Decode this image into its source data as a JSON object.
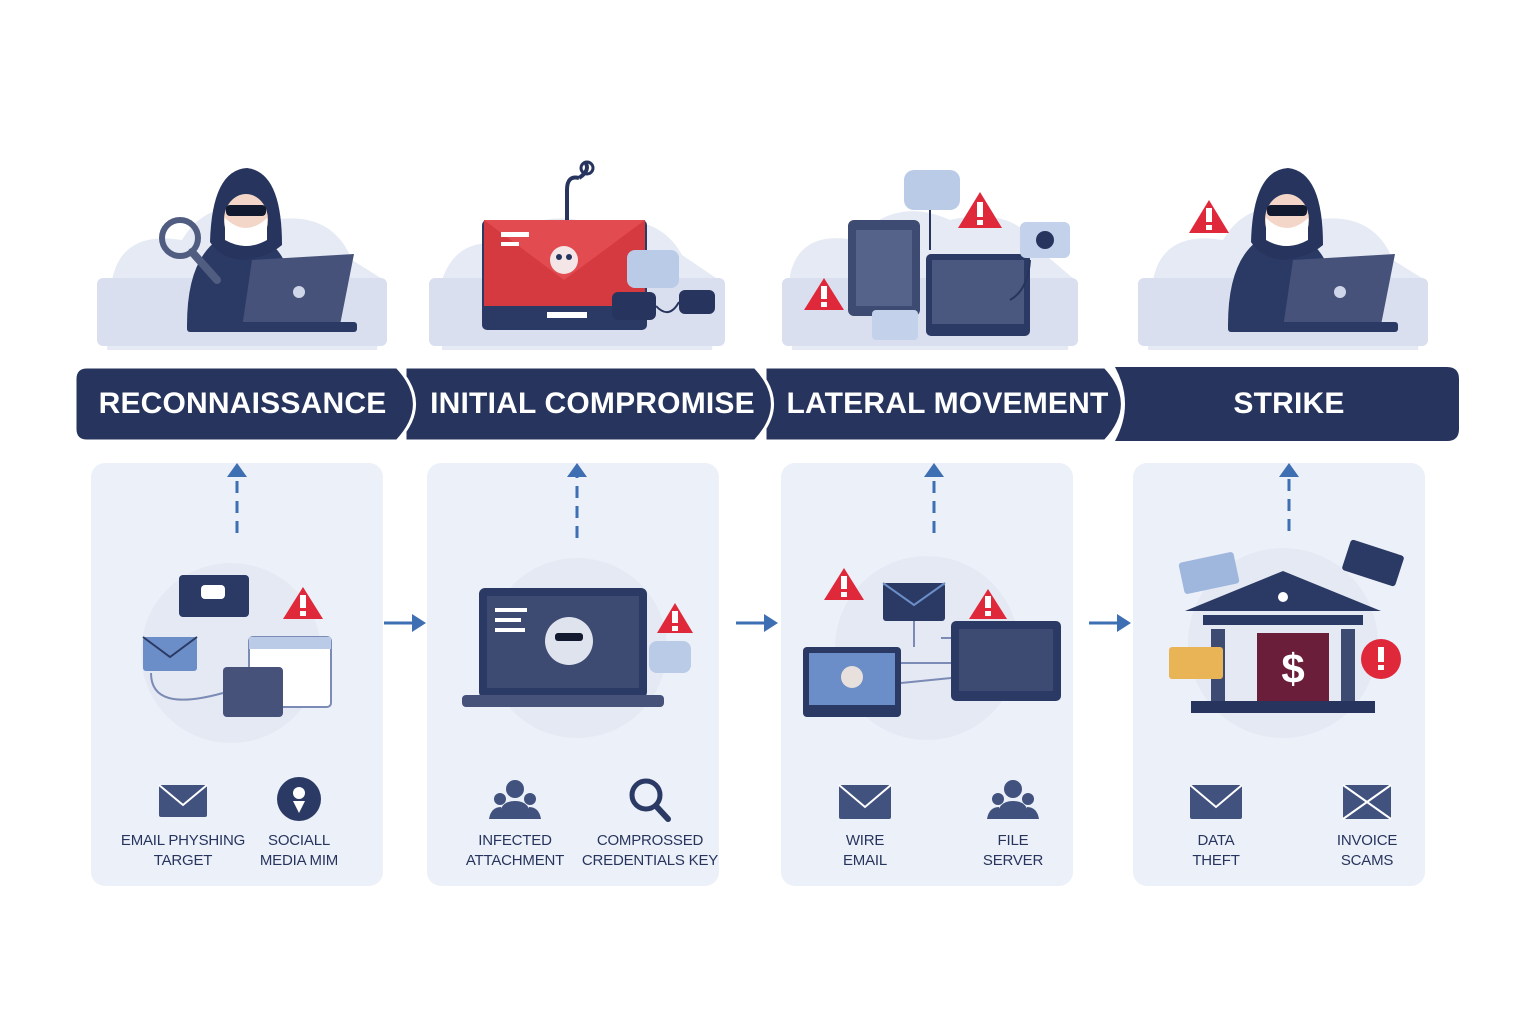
{
  "stages": [
    {
      "label": "RECONNAISSANCE",
      "art": "hooded-hacker-with-magnifier-and-laptop",
      "items": [
        {
          "icon": "envelope-icon",
          "line1": "EMAIL PHYSHING",
          "line2": "TARGET"
        },
        {
          "icon": "user-pin-icon",
          "line1": "SOCIALL",
          "line2": "MEDIA MIM"
        }
      ]
    },
    {
      "label": "INITIAL COMPROMISE",
      "art": "phishing-hook-envelope-laptop",
      "items": [
        {
          "icon": "users-icon",
          "line1": "INFECTED",
          "line2": "ATTACHMENT"
        },
        {
          "icon": "magnifier-icon",
          "line1": "COMPROSSED",
          "line2": "CREDENTIALS KEY"
        }
      ]
    },
    {
      "label": "LATERAL MOVEMENT",
      "art": "connected-devices-warnings",
      "items": [
        {
          "icon": "envelope-icon",
          "line1": "WIRE",
          "line2": "EMAIL"
        },
        {
          "icon": "users-icon",
          "line1": "FILE",
          "line2": "SERVER"
        }
      ]
    },
    {
      "label": "STRIKE",
      "art": "hooded-hacker-laptop-bank",
      "items": [
        {
          "icon": "envelope-icon",
          "line1": "DATA",
          "line2": "THEFT"
        },
        {
          "icon": "envelope-x-icon",
          "line1": "INVOICE",
          "line2": "SCAMS"
        }
      ]
    }
  ],
  "colors": {
    "navy": "#27355e",
    "panel": "#ecf0f8",
    "arrow": "#3e6fb3",
    "alert": "#e0283b",
    "screen": "#3d4a72"
  }
}
